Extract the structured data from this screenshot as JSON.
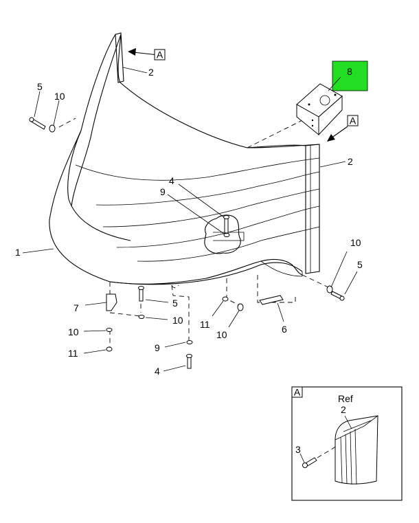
{
  "callouts": {
    "c1": "1",
    "c2_top": "2",
    "c2_right": "2",
    "c4_mid": "4",
    "c4_bot": "4",
    "c5_left": "5",
    "c5_mid": "5",
    "c5_right": "5",
    "c6": "6",
    "c7": "7",
    "c8": "8",
    "c9_mid": "9",
    "c9_bot": "9",
    "c10_left": "10",
    "c10_mid": "10",
    "c10_low": "10",
    "c10_lowleft": "10",
    "c10_right": "10",
    "c11_left": "11",
    "c11_mid": "11"
  },
  "view_refs": {
    "top": "A",
    "right": "A",
    "inset": "A"
  },
  "inset": {
    "ref_label": "Ref",
    "c2": "2",
    "c3": "3"
  },
  "colors": {
    "highlight": "#22dd22",
    "line": "#000000",
    "background": "#ffffff"
  }
}
